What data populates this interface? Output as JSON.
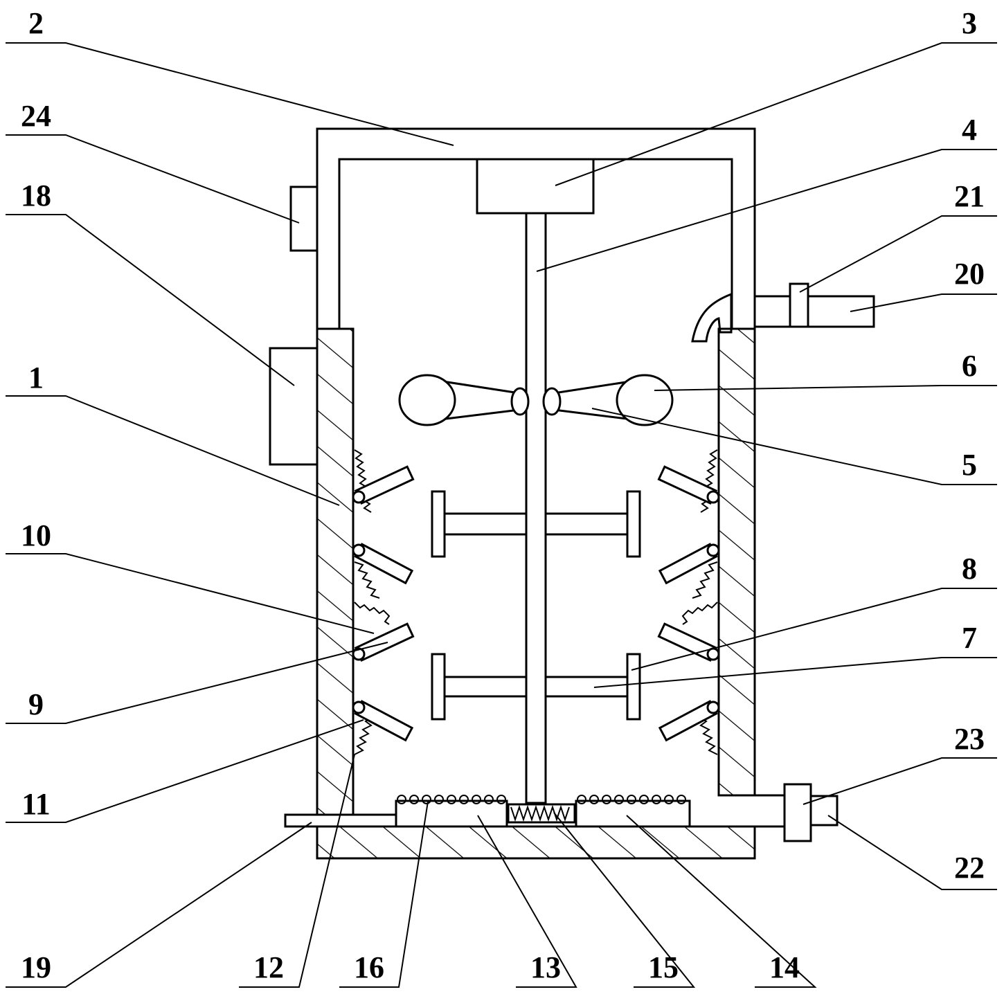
{
  "callouts": [
    {
      "id": "2",
      "text": "2"
    },
    {
      "id": "3",
      "text": "3"
    },
    {
      "id": "24",
      "text": "24"
    },
    {
      "id": "4",
      "text": "4"
    },
    {
      "id": "18",
      "text": "18"
    },
    {
      "id": "21",
      "text": "21"
    },
    {
      "id": "20",
      "text": "20"
    },
    {
      "id": "1",
      "text": "1"
    },
    {
      "id": "6",
      "text": "6"
    },
    {
      "id": "5",
      "text": "5"
    },
    {
      "id": "10",
      "text": "10"
    },
    {
      "id": "8",
      "text": "8"
    },
    {
      "id": "7",
      "text": "7"
    },
    {
      "id": "9",
      "text": "9"
    },
    {
      "id": "11",
      "text": "11"
    },
    {
      "id": "23",
      "text": "23"
    },
    {
      "id": "22",
      "text": "22"
    },
    {
      "id": "19",
      "text": "19"
    },
    {
      "id": "12",
      "text": "12"
    },
    {
      "id": "16",
      "text": "16"
    },
    {
      "id": "13",
      "text": "13"
    },
    {
      "id": "15",
      "text": "15"
    },
    {
      "id": "14",
      "text": "14"
    }
  ]
}
